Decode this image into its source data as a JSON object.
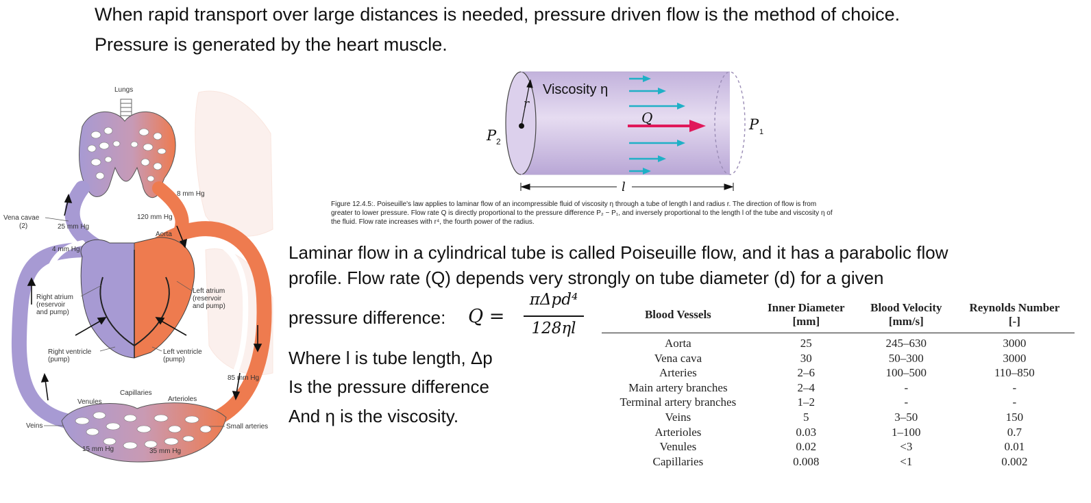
{
  "heading": {
    "line1": "When rapid transport over large distances is needed, pressure driven flow is the method of choice.",
    "line2": "Pressure is generated by the heart muscle."
  },
  "heart_diagram": {
    "labels": {
      "lungs": "Lungs",
      "vena_cavae": "Vena cavae",
      "vena_cavae_count": "(2)",
      "mmhg_8": "8 mm Hg",
      "mmhg_120": "120 mm Hg",
      "mmhg_25": "25 mm Hg",
      "aorta": "Aorta",
      "mmhg_4": "4 mm Hg",
      "right_atrium": "Right atrium",
      "right_atrium_sub1": "(reservoir",
      "right_atrium_sub2": "and pump)",
      "left_atrium": "Left atrium",
      "left_atrium_sub1": "(reservoir",
      "left_atrium_sub2": "and pump)",
      "right_ventricle": "Right ventricle",
      "right_ventricle_sub": "(pump)",
      "left_ventricle": "Left ventricle",
      "left_ventricle_sub": "(pump)",
      "mmhg_85": "85 mm Hg",
      "capillaries": "Capillaries",
      "venules": "Venules",
      "arterioles": "Arterioles",
      "veins": "Veins",
      "small_arteries": "Small arteries",
      "mmhg_15": "15 mm Hg",
      "mmhg_35": "35 mm Hg"
    }
  },
  "tube_figure": {
    "viscosity_label": "Viscosity η",
    "r_label": "r",
    "q_label": "Q",
    "p2_label": "P",
    "p2_sub": "2",
    "p1_label": "P",
    "p1_sub": "1",
    "length_label": "l",
    "caption_line1": "Figure 12.4.5:. Poiseuille's law applies to laminar flow of an incompressible fluid of viscosity η through a tube of length l and radius r. The direction of flow is from",
    "caption_line2": "greater to lower pressure. Flow rate Q is directly proportional to the pressure difference P₂ − P₁, and inversely proportional to the length l of the tube and viscosity η of",
    "caption_line3": "the fluid. Flow rate increases with r⁴, the fourth power of the radius."
  },
  "paragraph": {
    "line1": "Laminar flow in a cylindrical tube is called Poiseuille flow, and it has a parabolic flow",
    "line2": "profile. Flow rate (Q) depends very strongly on tube diameter (d) for a given",
    "line3_prefix": "pressure difference: ",
    "formula_lhs": "Q =",
    "formula_numerator": "πΔpd⁴",
    "formula_denominator": "128ηl",
    "line4": "Where l is tube length, Δp",
    "line5": "Is the pressure difference",
    "line6": "And η is the viscosity."
  },
  "table": {
    "headers": [
      [
        "Blood Vessels",
        ""
      ],
      [
        "Inner Diameter",
        "[mm]"
      ],
      [
        "Blood Velocity",
        "[mm/s]"
      ],
      [
        "Reynolds Number",
        "[-]"
      ]
    ],
    "rows": [
      [
        "Aorta",
        "25",
        "245–630",
        "3000"
      ],
      [
        "Vena cava",
        "30",
        "50–300",
        "3000"
      ],
      [
        "Arteries",
        "2–6",
        "100–500",
        "110–850"
      ],
      [
        "Main artery branches",
        "2–4",
        "-",
        "-"
      ],
      [
        "Terminal artery branches",
        "1–2",
        "-",
        "-"
      ],
      [
        "Veins",
        "5",
        "3–50",
        "150"
      ],
      [
        "Arterioles",
        "0.03",
        "1–100",
        "0.7"
      ],
      [
        "Venules",
        "0.02",
        "<3",
        "0.01"
      ],
      [
        "Capillaries",
        "0.008",
        "<1",
        "0.002"
      ]
    ]
  },
  "colors": {
    "venous_purple": "#a79ad3",
    "arterial_orange": "#ee7b4f",
    "flow_arrow_cyan": "#1fb0c6",
    "q_arrow_red": "#e0185a",
    "tube_lilac": "#d4c6e6"
  }
}
